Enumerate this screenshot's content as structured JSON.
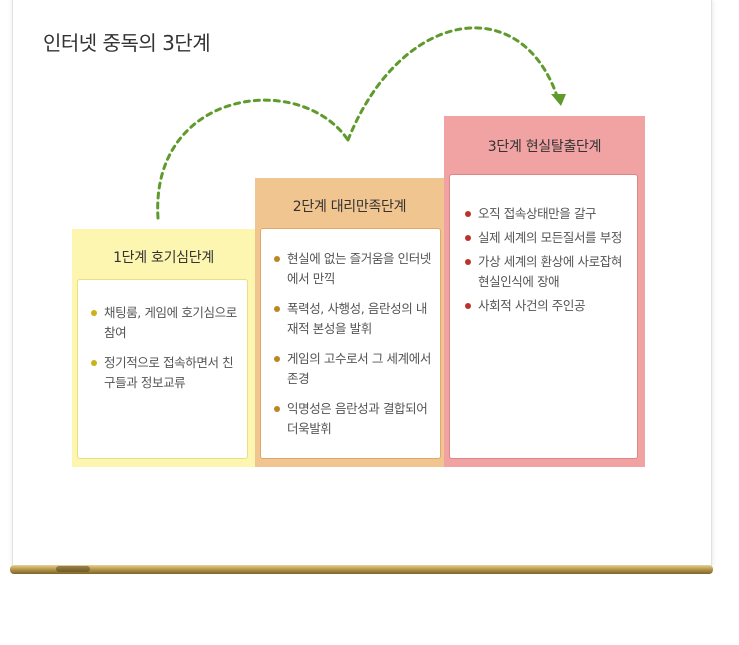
{
  "title": "인터넷 중독의 3단계",
  "colors": {
    "stage1": "#fcf6b0",
    "stage2": "#f0c590",
    "stage3": "#f1a2a2",
    "arrow": "#5e9a2c"
  },
  "stages": [
    {
      "heading": "1단계 호기심단계",
      "items": [
        "채팅룸, 게임에 호기심으로 참여",
        "정기적으로 접속하면서 친구들과 정보교류"
      ]
    },
    {
      "heading": "2단계 대리만족단계",
      "items": [
        "현실에 없는 즐거움을 인터넷에서 만끽",
        "폭력성, 사행성, 음란성의 내재적 본성을 발휘",
        "게임의 고수로서 그 세계에서 존경",
        "익명성은 음란성과 결합되어 더욱발휘"
      ]
    },
    {
      "heading": "3단계 현실탈출단계",
      "items": [
        "오직 접속상태만을 갈구",
        "실제 세계의 모든질서를 부정",
        "가상 세계의 환상에 사로잡혀 현실인식에 장애",
        "사회적 사건의 주인공"
      ]
    }
  ]
}
